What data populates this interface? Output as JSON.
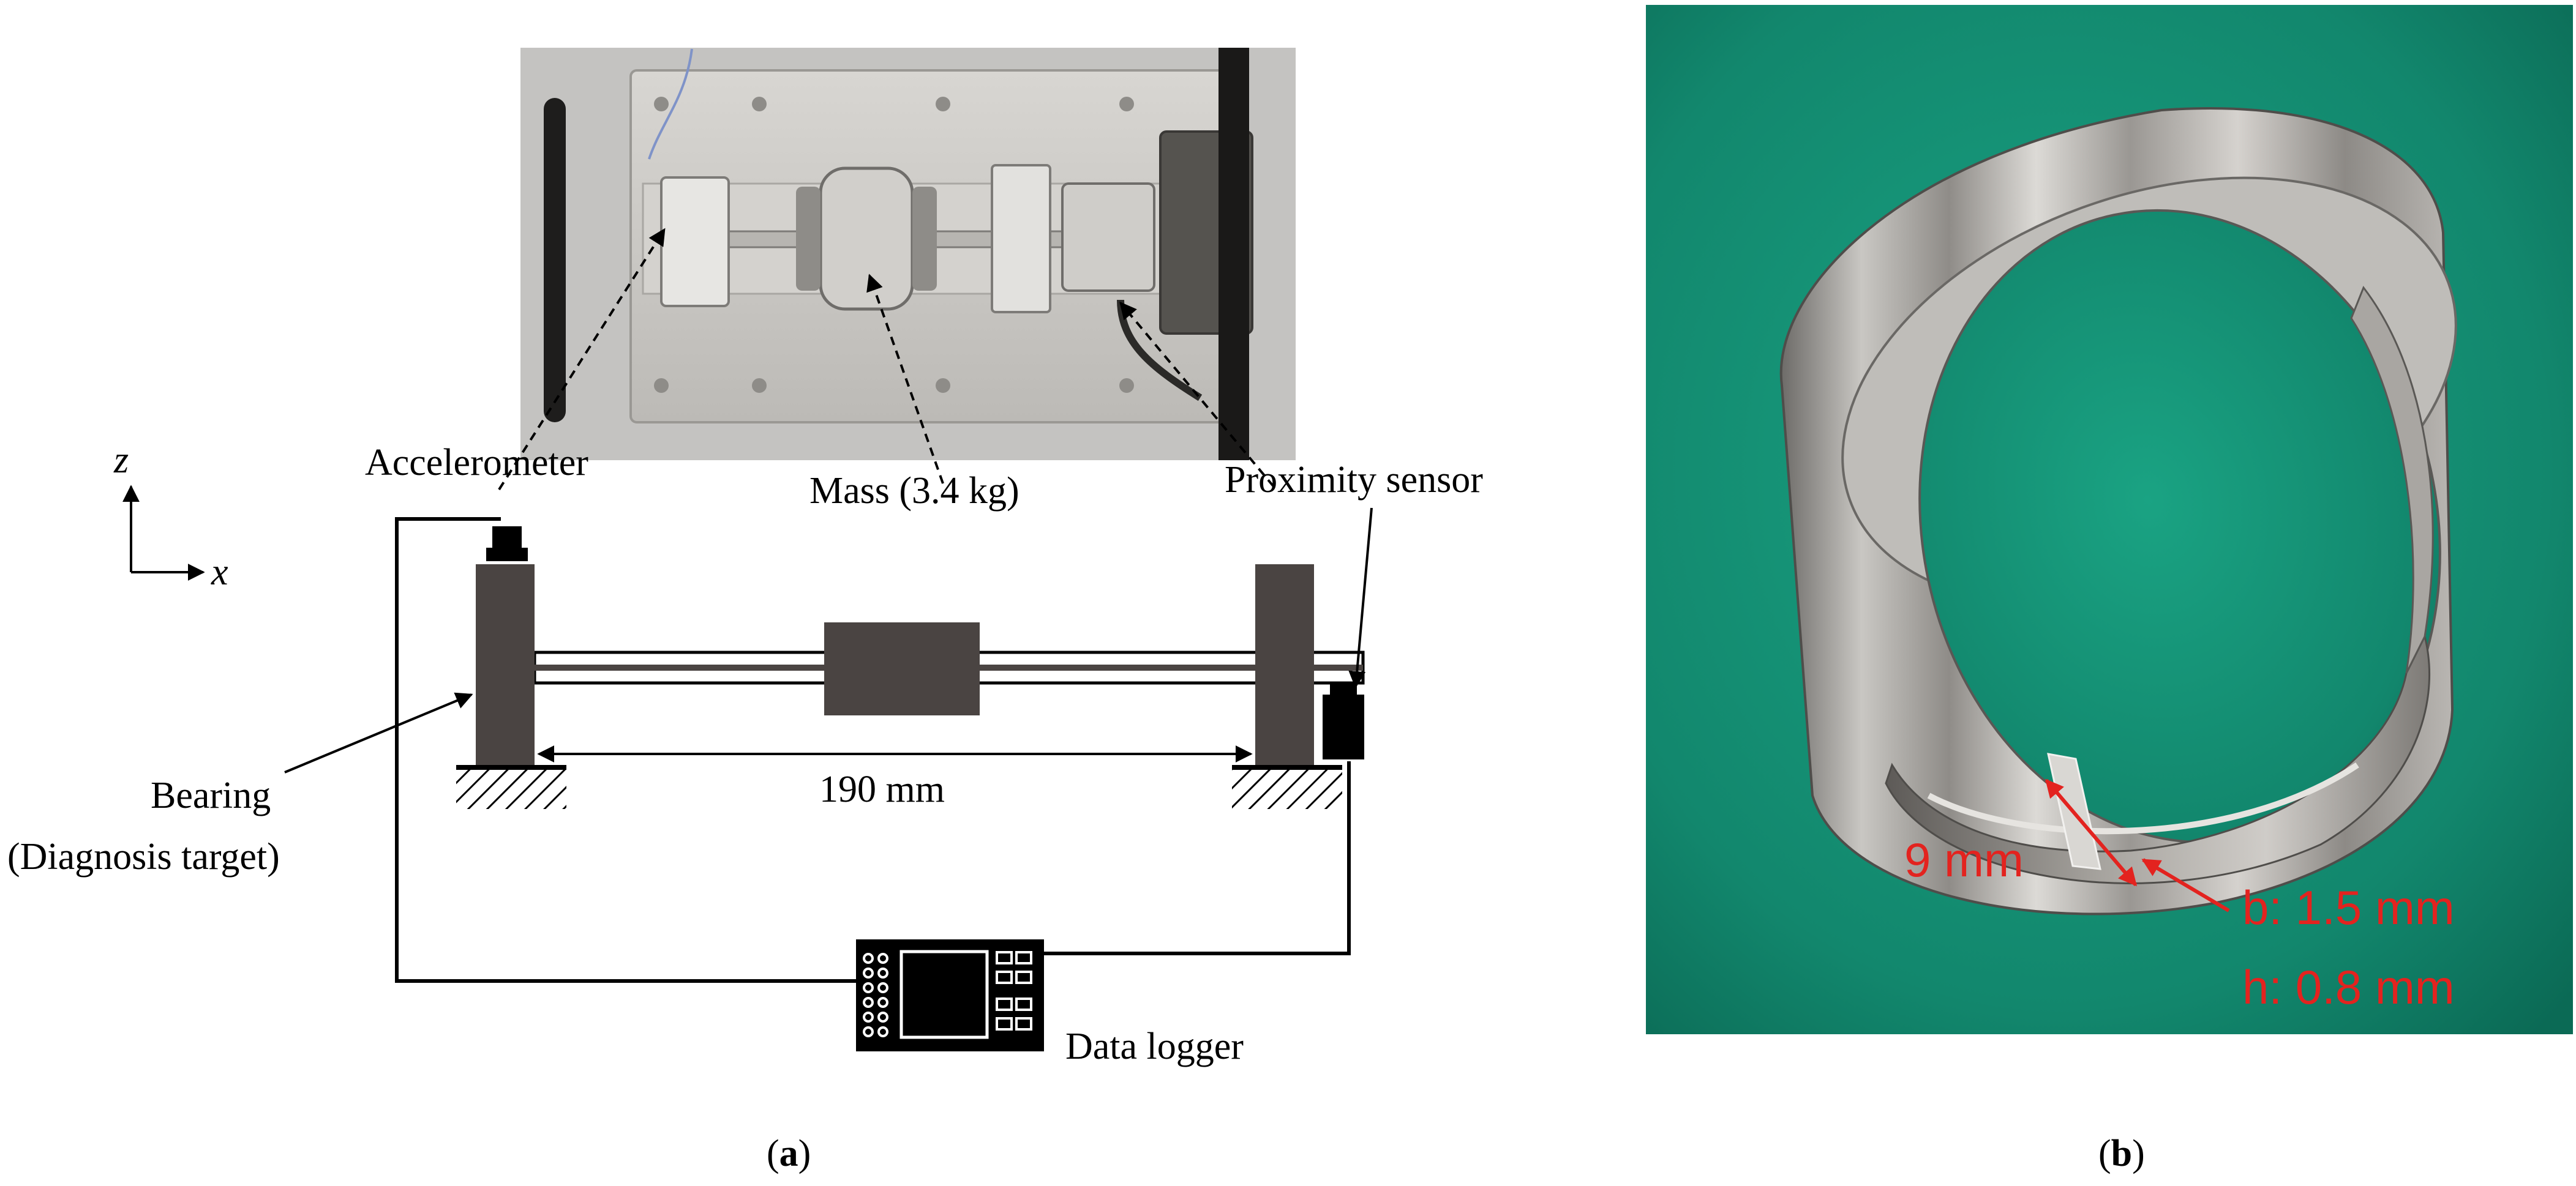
{
  "panel_a": {
    "labels": {
      "accelerometer": "Accelerometer",
      "mass": "Mass (3.4 kg)",
      "proximity": "Proximity sensor",
      "bearing_line1": "Bearing",
      "bearing_line2": "(Diagnosis target)",
      "span": "190 mm",
      "logger": "Data logger",
      "axis_z": "z",
      "axis_x": "x"
    },
    "caption": {
      "open": "(",
      "letter": "a",
      "close": ")"
    }
  },
  "panel_b": {
    "labels": {
      "width": "9 mm",
      "b_dim": "b: 1.5 mm",
      "h_dim": "h: 0.8 mm"
    },
    "caption": {
      "open": "(",
      "letter": "b",
      "close": ")"
    }
  },
  "colors": {
    "component": "#4a4442",
    "wire": "#000000",
    "annotation": "#e3231f",
    "mat": "#12876d"
  }
}
